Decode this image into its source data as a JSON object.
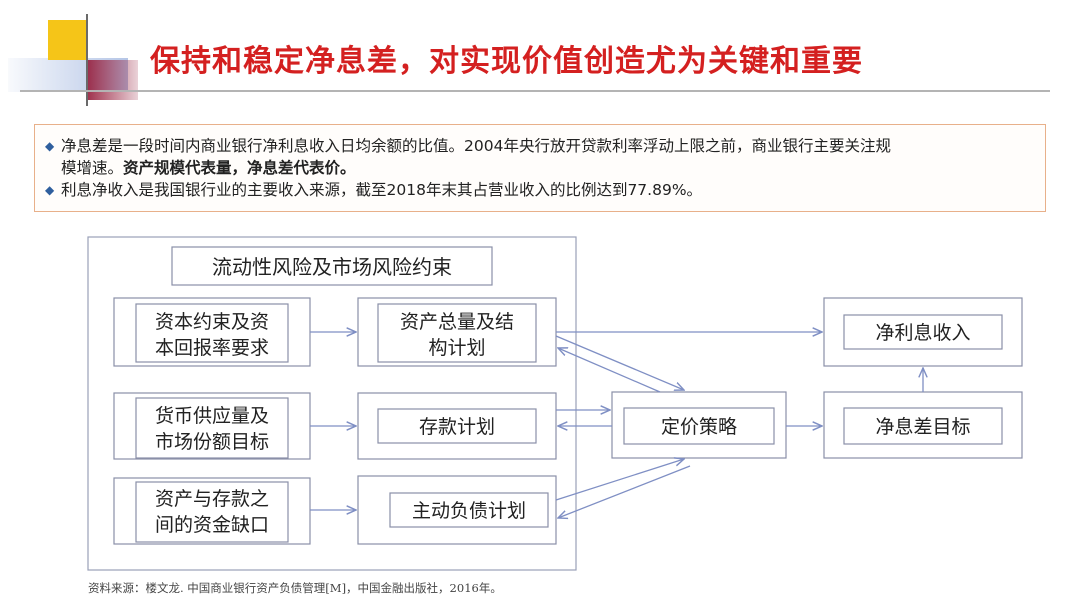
{
  "header": {
    "title": "保持和稳定净息差，对实现价值创造尤为关键和重要"
  },
  "summary": {
    "bullet_1_text": "净息差是一段时间内商业银行净利息收入日均余额的比值。2004年央行放开贷款利率浮动上限之前，商业银行主要关注规",
    "bullet_1_text_cont": "模增速。",
    "bullet_1_bold": "资产规模代表量，净息差代表价。",
    "bullet_2_text": "利息净收入是我国银行业的主要收入来源，截至2018年末其占营业收入的比例达到77.89%。"
  },
  "diagram": {
    "outer_title": "流动性风险及市场风险约束",
    "left_nodes": [
      {
        "line1": "资本约束及资",
        "line2": "本回报率要求"
      },
      {
        "line1": "货币供应量及",
        "line2": "市场份额目标"
      },
      {
        "line1": "资产与存款之",
        "line2": "间的资金缺口"
      }
    ],
    "mid_nodes": [
      {
        "line1": "资产总量及结",
        "line2": "构计划"
      },
      {
        "line1": "存款计划",
        "line2": ""
      },
      {
        "line1": "主动负债计划",
        "line2": ""
      }
    ],
    "pricing": "定价策略",
    "net_interest_income": "净利息收入",
    "nim_target": "净息差目标"
  },
  "source": "资料来源：楼文龙. 中国商业银行资产负债管理[M]，中国金融出版社，2016年。",
  "colors": {
    "title_red": "#d42020",
    "box_border": "#8a8fa8",
    "arrow": "#7f8fc4",
    "bullet_diamond": "#2f5f9e"
  }
}
